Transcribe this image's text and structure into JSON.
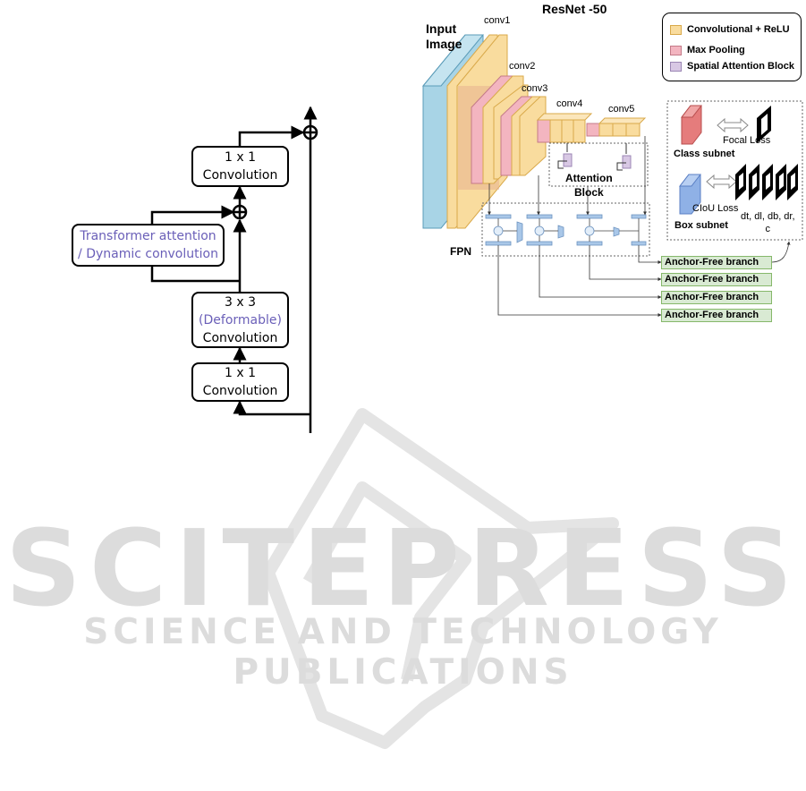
{
  "left_diagram": {
    "block_top_conv": {
      "line1": "1 x 1",
      "line2": "Convolution"
    },
    "block_attention": {
      "line1": "Transformer attention",
      "line2": "/ Dynamic convolution"
    },
    "block_middle_conv": {
      "line1": "3 x 3",
      "line2": "(Deformable)",
      "line3": "Convolution"
    },
    "block_bottom_conv": {
      "line1": "1 x 1",
      "line2": "Convolution"
    },
    "accent_color": "#6a5fb8"
  },
  "right_diagram": {
    "title": "ResNet -50",
    "input_label": {
      "line1": "Input",
      "line2": "Image"
    },
    "stage_labels": [
      "conv1",
      "conv2",
      "conv3",
      "conv4",
      "conv5"
    ],
    "attention_label": {
      "line1": "Attention",
      "line2": "Block"
    },
    "fpn_label": "FPN",
    "legend": [
      {
        "label": "Convolutional + ReLU",
        "color": "#f9dc9e"
      },
      {
        "label": "Max Pooling",
        "color": "#f3b5c0"
      },
      {
        "label": "Spatial Attention Block",
        "color": "#d8c8e4"
      }
    ],
    "head": {
      "focal_loss": "Focal Loss",
      "class_subnet": "Class subnet",
      "ciou_loss": "CIoU Loss",
      "box_subnet": "Box subnet",
      "box_outputs": {
        "line1": "dt, dl, db, dr,",
        "line2": "c"
      }
    },
    "branches": [
      "Anchor-Free branch",
      "Anchor-Free branch",
      "Anchor-Free branch",
      "Anchor-Free branch"
    ]
  },
  "watermark": {
    "main": "SCITEPRESS",
    "sub": "SCIENCE AND TECHNOLOGY PUBLICATIONS"
  }
}
